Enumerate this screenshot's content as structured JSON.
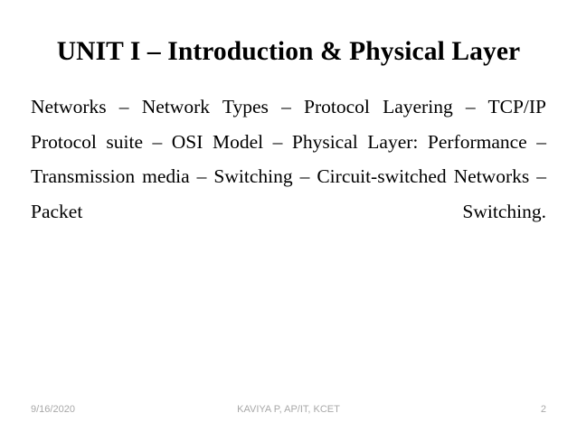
{
  "slide": {
    "background_color": "#ffffff",
    "title": "UNIT I – Introduction & Physical Layer",
    "body_text": "Networks – Network Types – Protocol Layering – TCP/IP Protocol suite – OSI Model – Physical Layer: Performance – Transmission media – Switching – Circuit-switched Networks – Packet Switching.",
    "body_lines": [
      "Networks – Network Types – Protocol Layering – TCP/IP",
      "Protocol suite – OSI Model – Physical Layer: Performance –",
      "Transmission media – Switching – Circuit-switched Networks –",
      "Packet Switching."
    ],
    "title_color": "#000000",
    "body_color": "#000000"
  },
  "footer": {
    "date": "9/16/2020",
    "center_text": "KAVIYA P, AP/IT, KCET",
    "page_number": "2",
    "color": "#a8a8a8"
  }
}
